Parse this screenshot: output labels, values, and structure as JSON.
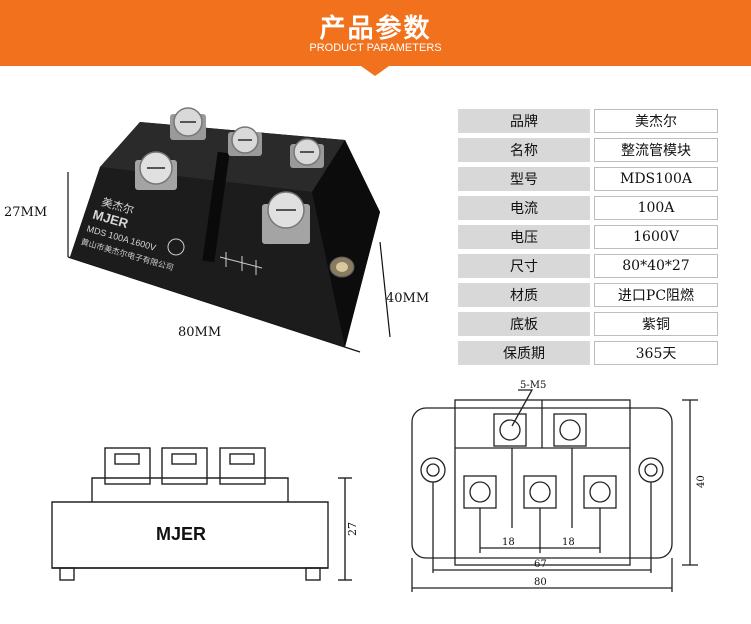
{
  "header": {
    "title": "产品参数",
    "subtitle": "PRODUCT PARAMETERS",
    "bg_color": "#f2711c"
  },
  "photo": {
    "dim_height": "27MM",
    "dim_width": "80MM",
    "dim_depth": "40MM",
    "module_brand_cn": "美杰尔",
    "module_brand": "MJER",
    "module_model": "MDS 100A 1600V",
    "module_maker": "黄山市美杰尔电子有限公司"
  },
  "specs": [
    {
      "key": "品牌",
      "value": "美杰尔"
    },
    {
      "key": "名称",
      "value": "整流管模块"
    },
    {
      "key": "型号",
      "value": "MDS100A"
    },
    {
      "key": "电流",
      "value": "100A"
    },
    {
      "key": "电压",
      "value": "1600V"
    },
    {
      "key": "尺寸",
      "value": "80*40*27"
    },
    {
      "key": "材质",
      "value": "进口PC阻燃"
    },
    {
      "key": "底板",
      "value": "紫铜"
    },
    {
      "key": "保质期",
      "value": "365天"
    }
  ],
  "side_view": {
    "label": "MJER",
    "dim_height": "27"
  },
  "top_view": {
    "screw_label": "5-M5",
    "dim_pitch_left": "18",
    "dim_pitch_right": "18",
    "dim_hole_span": "67",
    "dim_total_width": "80",
    "dim_depth": "40"
  }
}
